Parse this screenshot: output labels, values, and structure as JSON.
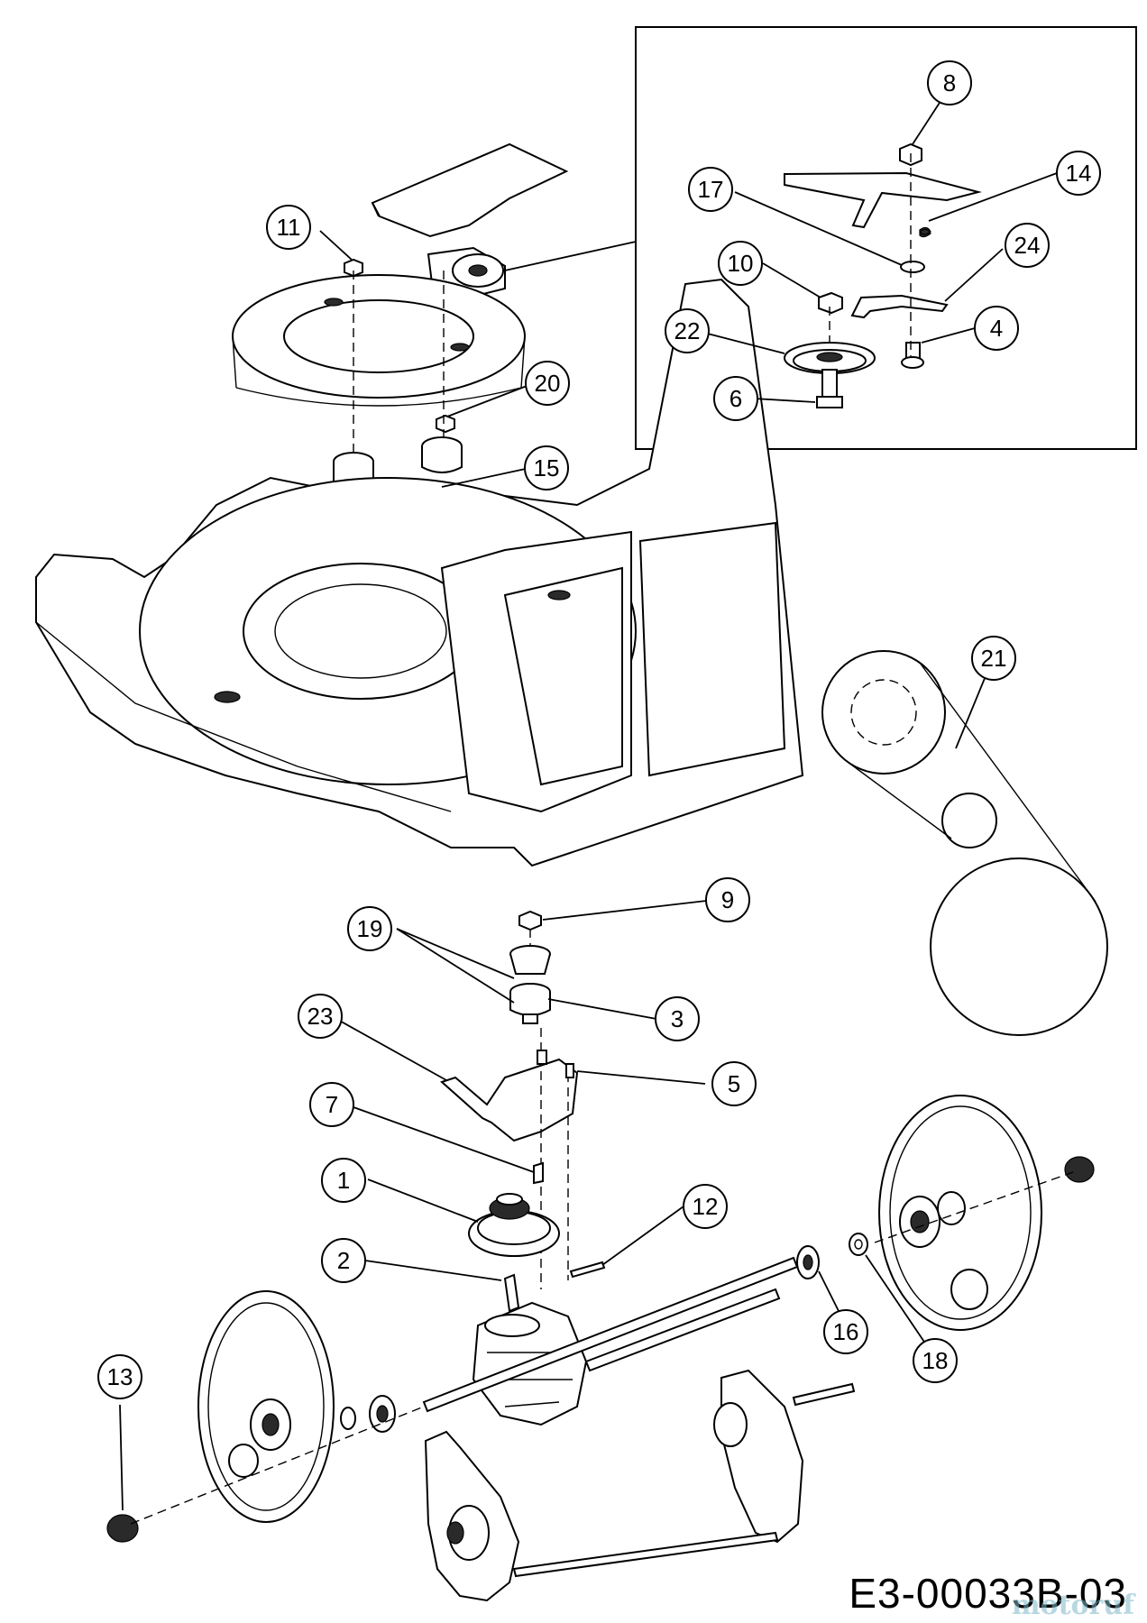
{
  "diagram": {
    "code": "E3-00033B-03",
    "watermark": "motoruf",
    "callouts": [
      {
        "id": "c1",
        "label": "1"
      },
      {
        "id": "c2",
        "label": "2"
      },
      {
        "id": "c3",
        "label": "3"
      },
      {
        "id": "c4",
        "label": "4"
      },
      {
        "id": "c5",
        "label": "5"
      },
      {
        "id": "c6",
        "label": "6"
      },
      {
        "id": "c7",
        "label": "7"
      },
      {
        "id": "c8",
        "label": "8"
      },
      {
        "id": "c9",
        "label": "9"
      },
      {
        "id": "c10",
        "label": "10"
      },
      {
        "id": "c11",
        "label": "11"
      },
      {
        "id": "c12",
        "label": "12"
      },
      {
        "id": "c13",
        "label": "13"
      },
      {
        "id": "c14",
        "label": "14"
      },
      {
        "id": "c15",
        "label": "15"
      },
      {
        "id": "c16",
        "label": "16"
      },
      {
        "id": "c17",
        "label": "17"
      },
      {
        "id": "c18",
        "label": "18"
      },
      {
        "id": "c19",
        "label": "19"
      },
      {
        "id": "c20",
        "label": "20"
      },
      {
        "id": "c21",
        "label": "21"
      },
      {
        "id": "c22",
        "label": "22"
      },
      {
        "id": "c23",
        "label": "23"
      },
      {
        "id": "c24",
        "label": "24"
      }
    ]
  }
}
